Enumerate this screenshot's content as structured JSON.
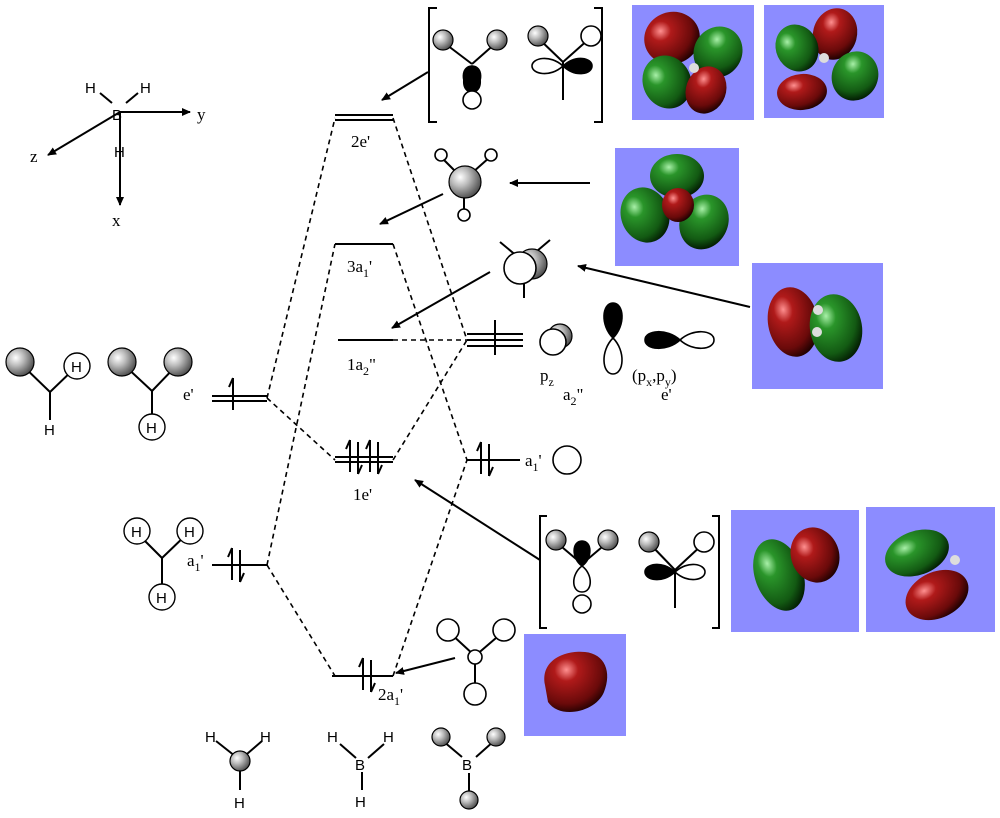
{
  "axes": {
    "h1": "H",
    "h2": "H",
    "b": "B",
    "h3": "H",
    "x": "x",
    "y": "y",
    "z": "z"
  },
  "levels": {
    "e2": {
      "main": "2e'"
    },
    "a1_3": {
      "main": "3a",
      "sub": "1",
      "tail": "'"
    },
    "a2_1": {
      "main": "1a",
      "sub": "2",
      "tail": "\""
    },
    "e1": {
      "main": "1e'"
    },
    "a1_2": {
      "main": "2a",
      "sub": "1",
      "tail": "'"
    }
  },
  "fragments": {
    "h3_e": "e'",
    "h3_a1": {
      "main": "a",
      "sub": "1",
      "tail": "'"
    },
    "b_a1": {
      "main": "a",
      "sub": "1",
      "tail": "'"
    },
    "b_pz": {
      "main": "p",
      "sub": "z"
    },
    "b_a2": {
      "main": "a",
      "sub": "2",
      "tail": "\""
    },
    "b_pxpy": {
      "p1": "(p",
      "s1": "x",
      "mid": ",p",
      "s2": "y",
      "end": ")"
    },
    "b_e": "e'"
  },
  "atom_label": "H",
  "bottom": {
    "bh3_b": "B",
    "bh3_h": "H",
    "b_frag": "B"
  },
  "colors": {
    "render_bg": "#8c8cff",
    "lobe_red": "#8b1010",
    "lobe_green": "#1f7a1f",
    "atom_grey": "#9a9a9a"
  }
}
